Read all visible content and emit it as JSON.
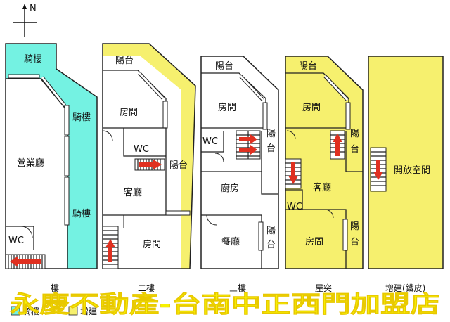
{
  "compass": {
    "north": "N"
  },
  "colors": {
    "arcade": "#74f2e2",
    "extension": "#f6f06e",
    "wall": "#222222",
    "arrow": "#e03020",
    "watermark": "#f7f200"
  },
  "floor1": {
    "arcade_top": "騎樓",
    "arcade_right_upper": "騎樓",
    "arcade_right_lower": "騎樓",
    "business_hall": "營業廳",
    "wc": "WC",
    "caption": "一樓"
  },
  "floor2": {
    "balcony_top": "陽台",
    "bedroom_top": "房間",
    "wc": "WC",
    "balcony_side": "陽台",
    "living_room": "客廳",
    "bedroom_bottom": "房間",
    "caption": "二樓"
  },
  "floor3": {
    "balcony_top": "陽台",
    "bedroom": "房間",
    "wc": "WC",
    "balcony_right_upper": "陽台",
    "kitchen": "廚房",
    "dining": "餐廳",
    "balcony_right_lower": "陽台",
    "caption": "三樓"
  },
  "rooftop": {
    "balcony_top": "陽台",
    "bedroom_top": "房間",
    "balcony_right_upper": "陽台",
    "living_room": "客廳",
    "wc": "WC",
    "bedroom_bottom": "房間",
    "balcony_right_lower": "陽台",
    "caption": "屋突"
  },
  "addon": {
    "open_space": "開放空間",
    "caption": "增建(鐵皮)"
  },
  "legend": {
    "arcade": "騎樓",
    "extension": "增建"
  },
  "watermark": "永慶不動產-台南中正西門加盟店"
}
